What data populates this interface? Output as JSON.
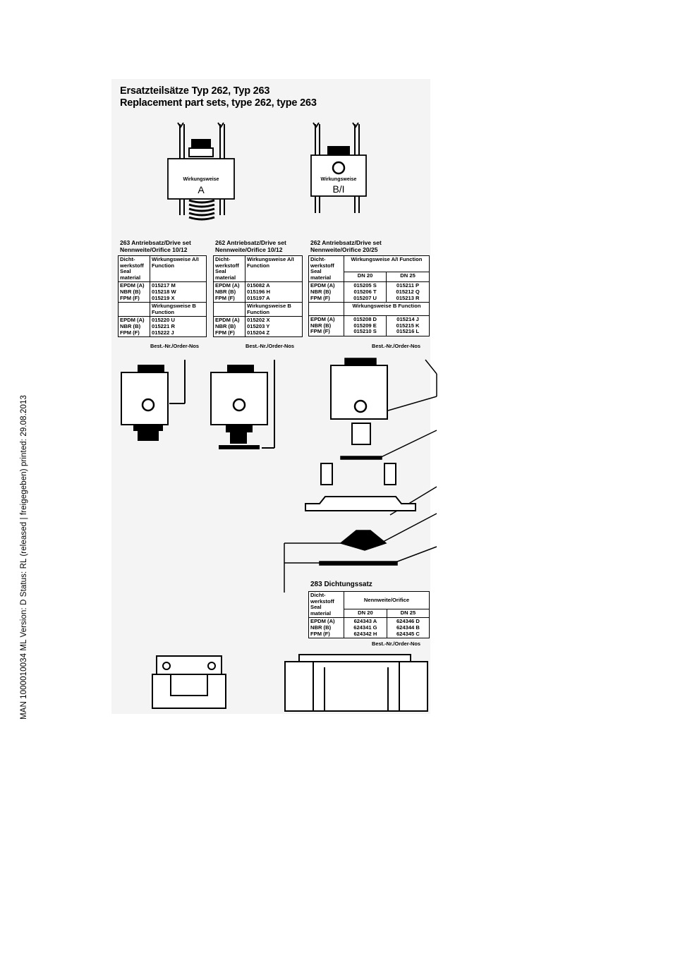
{
  "sidebar_text": "MAN  1000010034  ML  Version: D  Status: RL (released | freigegeben)  printed: 29.08.2013",
  "title_de": "Ersatzteilsätze Typ 262, Typ 263",
  "title_en": "Replacement part sets, type 262, type 263",
  "coil_a": {
    "caption": "Wirkungsweise",
    "letter": "A"
  },
  "coil_b": {
    "caption": "Wirkungsweise",
    "letter": "B/I"
  },
  "sets": [
    {
      "heading1": "263 Antriebsatz/Drive set",
      "heading2": "Nennweite/Orifice 10/12",
      "seal_header": "Dicht- werkstoff Seal material",
      "function_ai": "Wirkungsweise A/I Function",
      "function_b": "Wirkungsweise B Function",
      "materials": [
        "EPDM  (A)",
        "NBR   (B)",
        "FPM   (F)"
      ],
      "ai": [
        "015217 M",
        "015218 W",
        "015219 X"
      ],
      "b": [
        "015220 U",
        "015221 R",
        "015222 J"
      ],
      "order": "Best.-Nr./Order-Nos"
    },
    {
      "heading1": "262 Antriebsatz/Drive set",
      "heading2": "Nennweite/Orifice 10/12",
      "seal_header": "Dicht- werkstoff Seal material",
      "function_ai": "Wirkungsweise A/I Function",
      "function_b": "Wirkungsweise B Function",
      "materials": [
        "EPDM  (A)",
        "NBR   (B)",
        "FPM   (F)"
      ],
      "ai": [
        "015082 A",
        "015196 H",
        "015197 A"
      ],
      "b": [
        "015202 X",
        "015203 Y",
        "015204 Z"
      ],
      "order": "Best.-Nr./Order-Nos"
    },
    {
      "heading1": "262 Antriebsatz/Drive set",
      "heading2": "Nennweite/Orifice 20/25",
      "seal_header": "Dicht- werkstoff Seal material",
      "function_ai": "Wirkungsweise A/I Function",
      "function_b": "Wirkungsweise B Function",
      "dn20": "DN 20",
      "dn25": "DN 25",
      "materials": [
        "EPDM  (A)",
        "NBR   (B)",
        "FPM   (F)"
      ],
      "ai_dn20": [
        "015205 S",
        "015206 T",
        "015207 U"
      ],
      "ai_dn25": [
        "015211 P",
        "015212 Q",
        "015213 R"
      ],
      "b_dn20": [
        "015208 D",
        "015209 E",
        "015210 S"
      ],
      "b_dn25": [
        "015214 J",
        "015215 K",
        "015216 L"
      ],
      "order": "Best.-Nr./Order-Nos"
    }
  ],
  "seal_set": {
    "heading": "283 Dichtungssatz",
    "seal_header": "Dicht- werkstoff Seal material",
    "orifice": "Nennweite/Orifice",
    "dn20": "DN 20",
    "dn25": "DN 25",
    "materials": [
      "EPDM  (A)",
      "NBR   (B)",
      "FPM   (F)"
    ],
    "dn20_values": [
      "624343 A",
      "624341 G",
      "624342 H"
    ],
    "dn25_values": [
      "624346 D",
      "624344 B",
      "624345 C"
    ],
    "order": "Best.-Nr./Order-Nos"
  }
}
